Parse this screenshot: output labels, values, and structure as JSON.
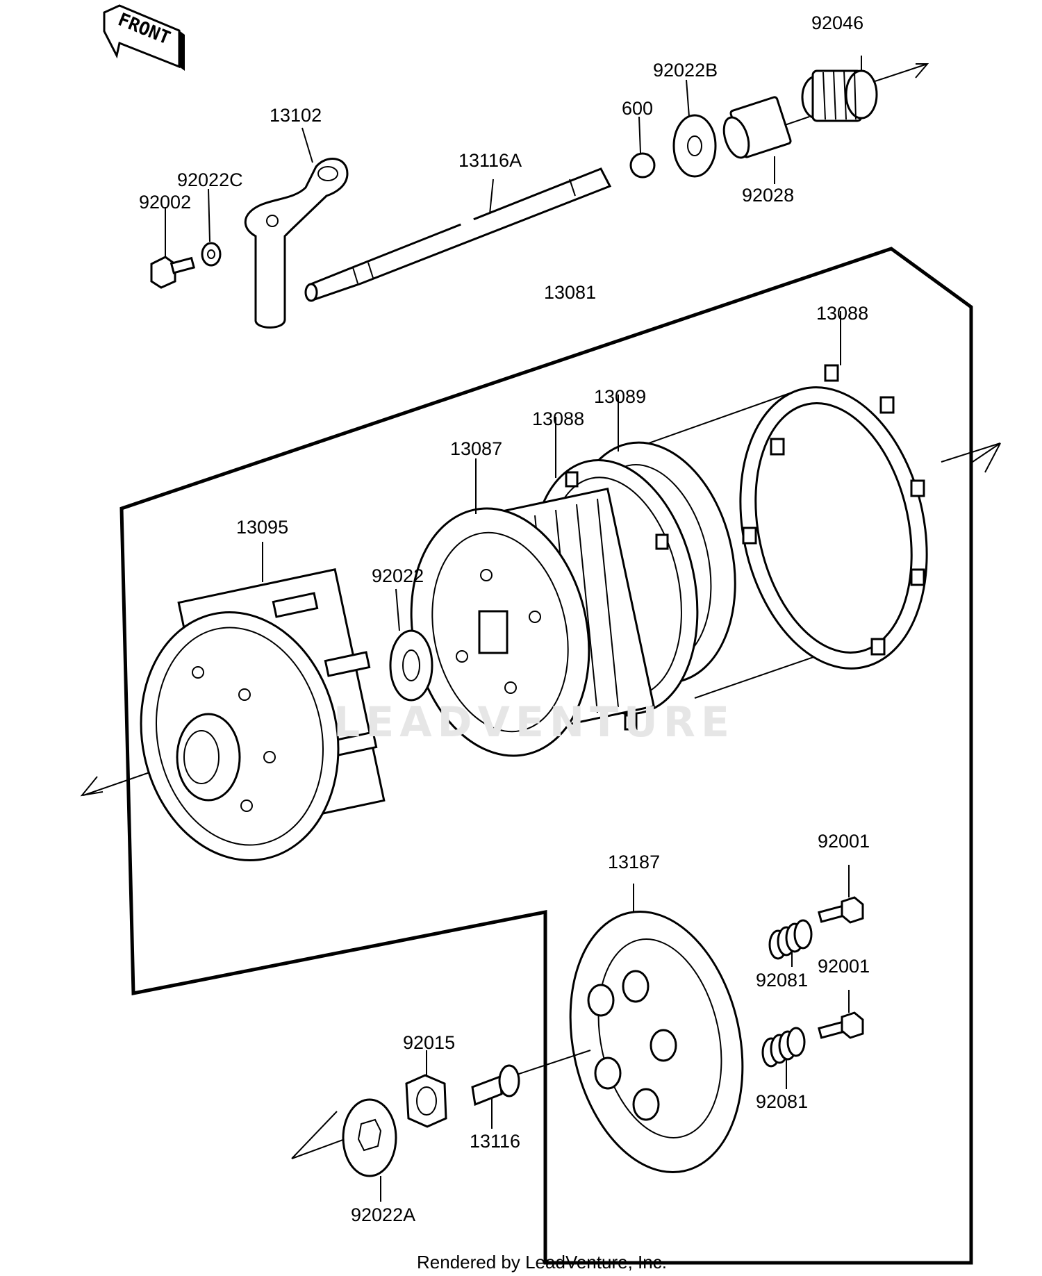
{
  "front_label": "FRONT",
  "watermark": "LEADVENTURE",
  "footer": "Rendered by LeadVenture, Inc.",
  "parts": {
    "p92046": "92046",
    "p92022B": "92022B",
    "p600": "600",
    "p92028": "92028",
    "p13102": "13102",
    "p13116A": "13116A",
    "p92022C": "92022C",
    "p92002": "92002",
    "p13081": "13081",
    "p13088_top": "13088",
    "p13089": "13089",
    "p13088_mid": "13088",
    "p13087": "13087",
    "p13095": "13095",
    "p92022": "92022",
    "p92001_top": "92001",
    "p13187": "13187",
    "p92081_top": "92081",
    "p92001_bot": "92001",
    "p92015": "92015",
    "p92081_bot": "92081",
    "p13116": "13116",
    "p92022A": "92022A"
  }
}
